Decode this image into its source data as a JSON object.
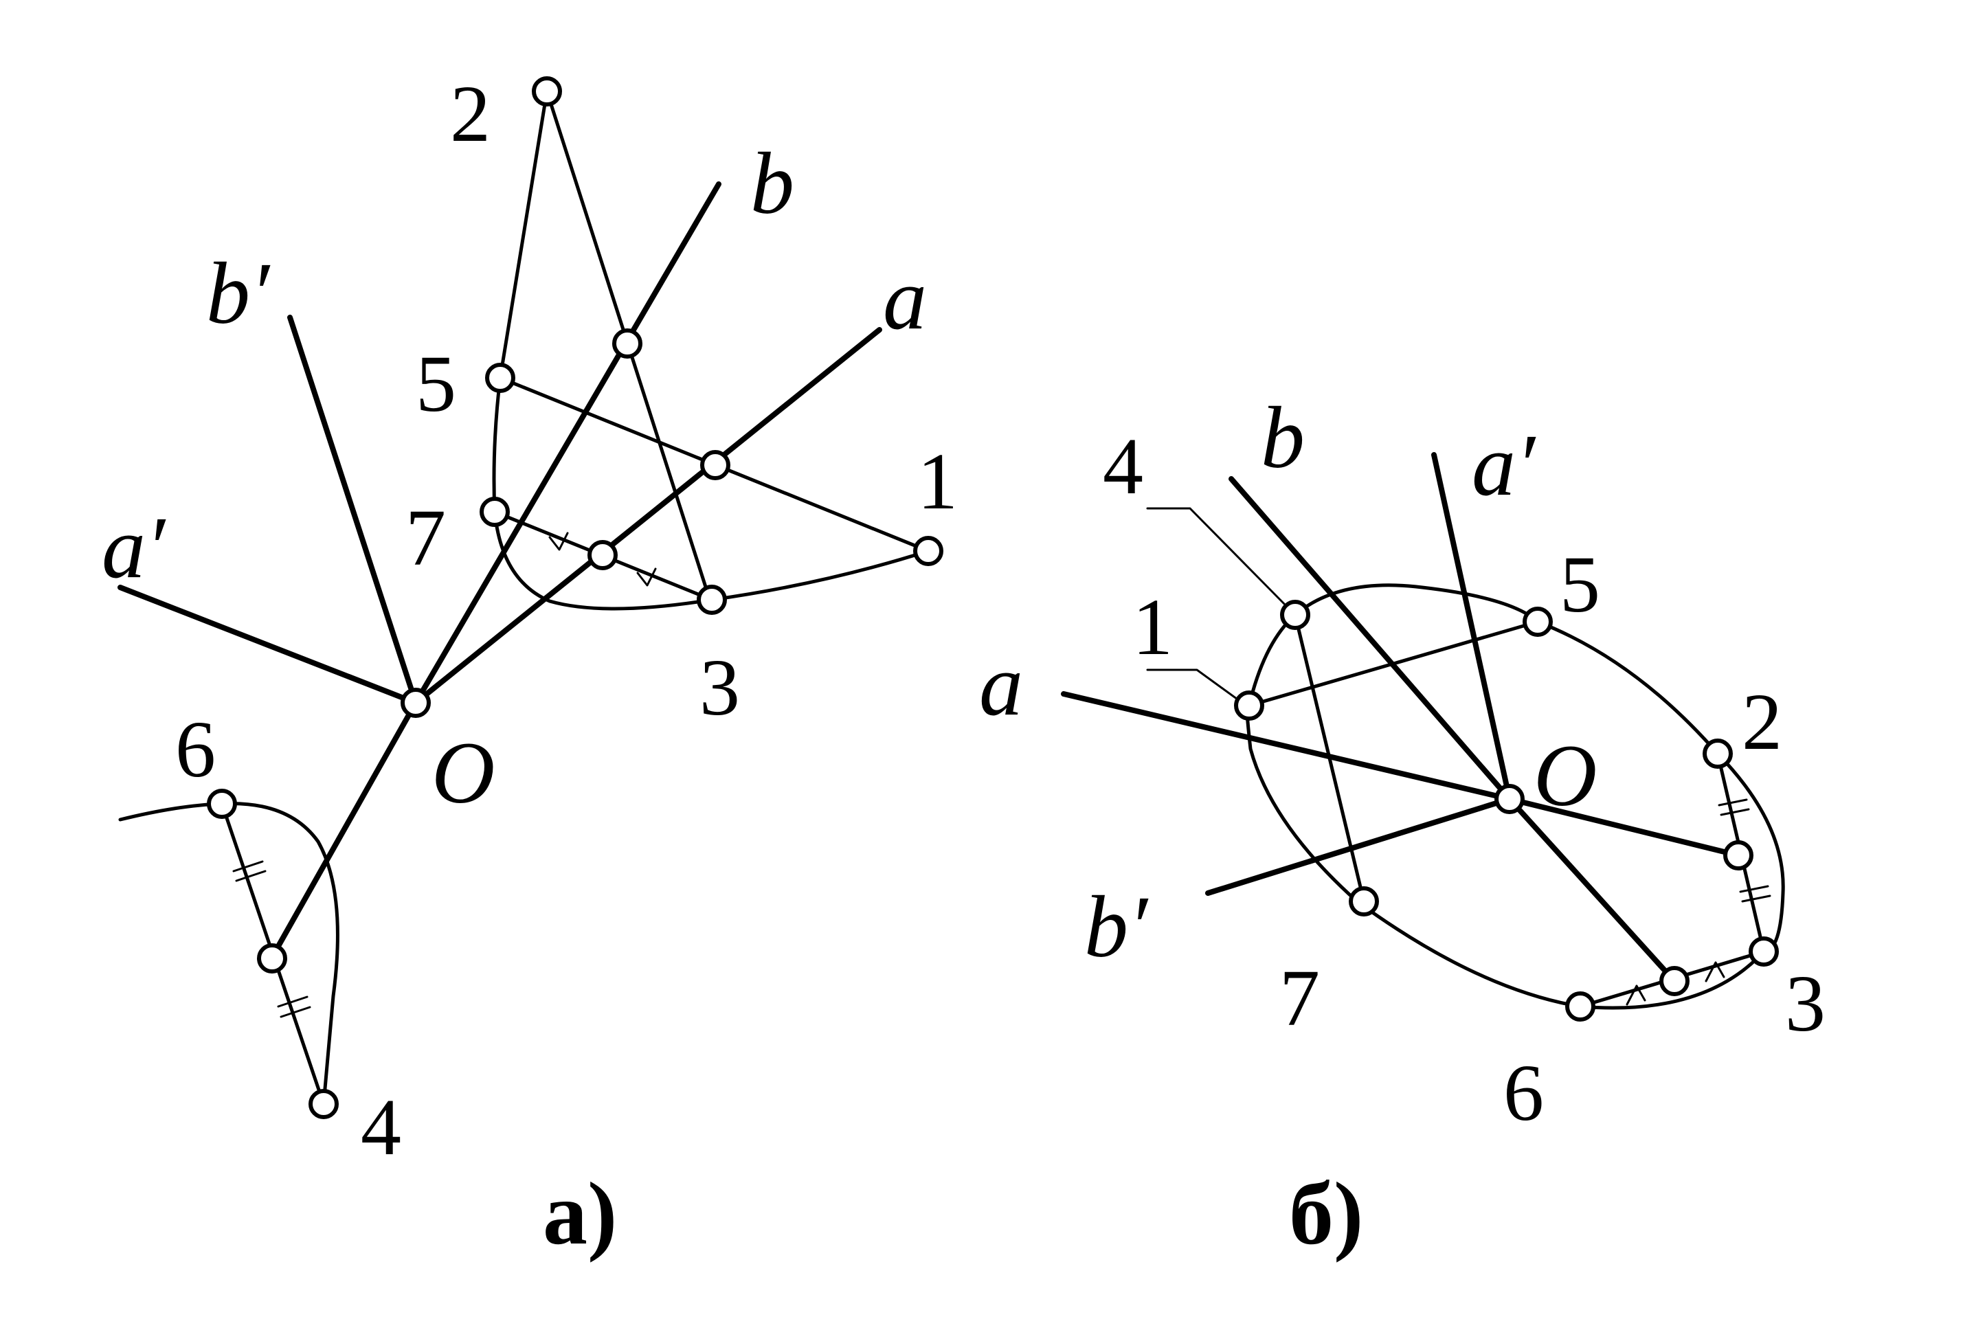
{
  "panel_a": {
    "caption": "а)",
    "center_label": "O",
    "axis_labels": {
      "a": "a",
      "a_prime": "a′",
      "b": "b",
      "b_prime": "b′"
    },
    "point_labels": {
      "p1": "1",
      "p2": "2",
      "p3": "3",
      "p4": "4",
      "p5": "5",
      "p6": "6",
      "p7": "7"
    }
  },
  "panel_b": {
    "caption": "б)",
    "center_label": "O",
    "axis_labels": {
      "a": "a",
      "a_prime": "a′",
      "b": "b",
      "b_prime": "b′"
    },
    "point_labels": {
      "p1": "1",
      "p2": "2",
      "p3": "3",
      "p4": "4",
      "p5": "5",
      "p6": "6",
      "p7": "7"
    }
  }
}
